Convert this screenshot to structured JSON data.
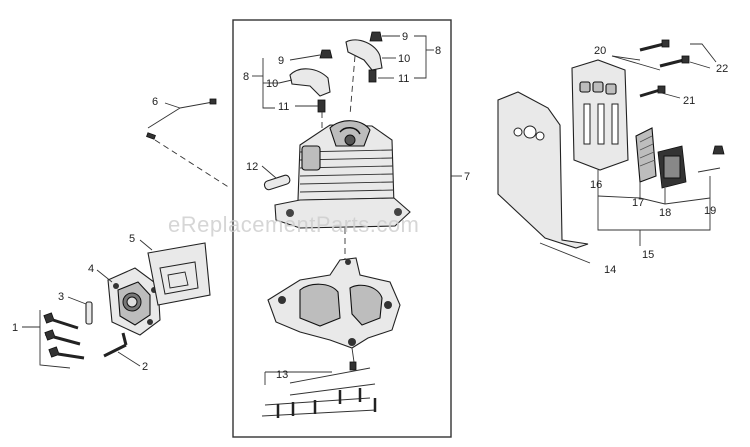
{
  "watermark": "eReplacementParts.com",
  "callouts": {
    "c1": "1",
    "c2": "2",
    "c3": "3",
    "c4": "4",
    "c5": "5",
    "c6": "6",
    "c7": "7",
    "c8a": "8",
    "c8b": "8",
    "c9a": "9",
    "c9b": "9",
    "c10a": "10",
    "c10b": "10",
    "c11a": "11",
    "c11b": "11",
    "c12": "12",
    "c13": "13",
    "c14": "14",
    "c15": "15",
    "c16": "16",
    "c17": "17",
    "c18": "18",
    "c19": "19",
    "c20": "20",
    "c21": "21",
    "c22": "22"
  },
  "colors": {
    "line": "#333333",
    "part_fill": "#e9e9e9",
    "watermark": "#cfcfcf"
  }
}
